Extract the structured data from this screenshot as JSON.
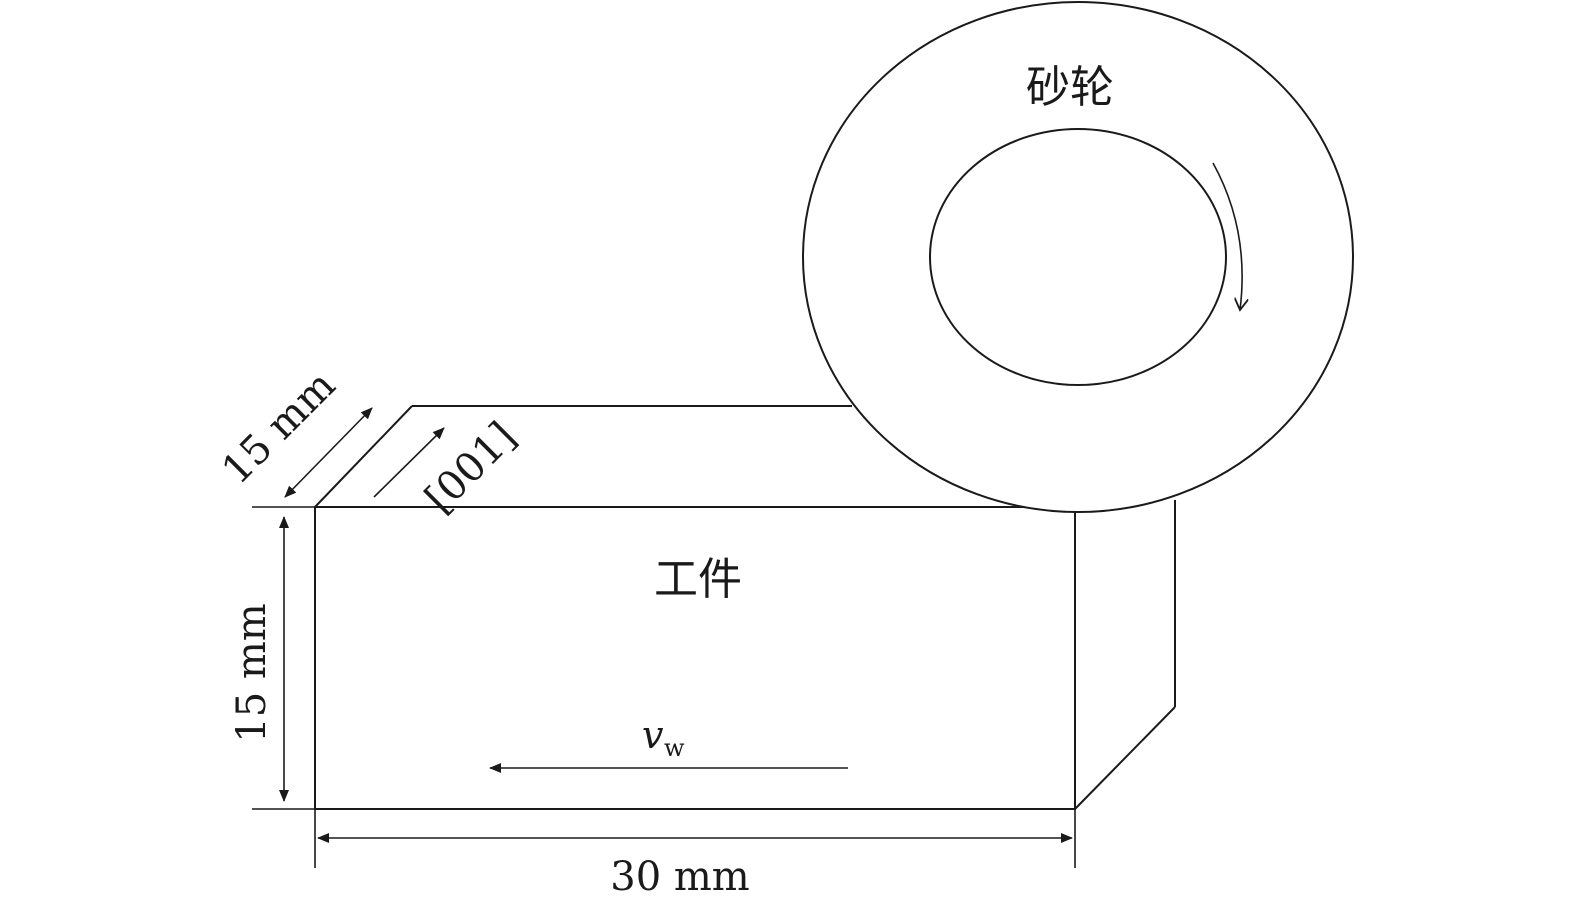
{
  "labels": {
    "wheel": "砂轮",
    "workpiece": "工件",
    "depth_dim": "15 mm",
    "height_dim": "15 mm",
    "length_dim": "30 mm",
    "crystal_dir": "[001]",
    "feed_var": "v",
    "feed_sub": "w"
  },
  "colors": {
    "stroke": "#1a1a1a",
    "background": "#ffffff"
  }
}
